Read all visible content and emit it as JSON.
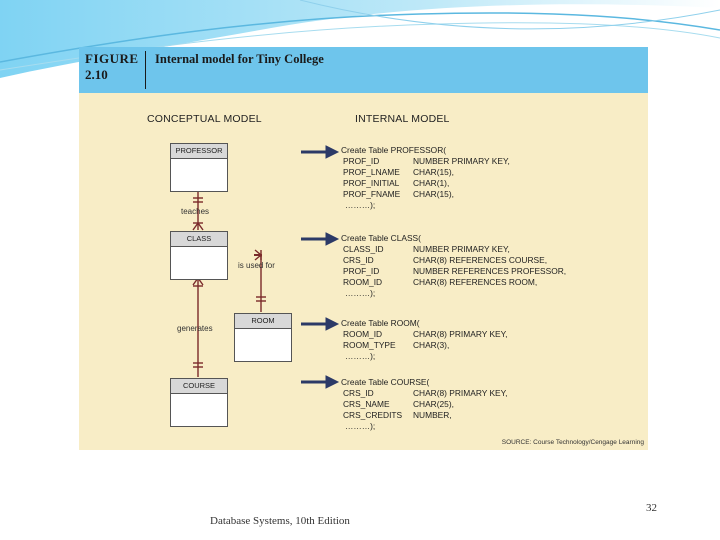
{
  "figure": {
    "label_line1": "FIGURE",
    "label_line2": "2.10",
    "title": "Internal model for Tiny College"
  },
  "headings": {
    "conceptual": "CONCEPTUAL MODEL",
    "internal": "INTERNAL MODEL"
  },
  "entities": {
    "professor": "PROFESSOR",
    "class": "CLASS",
    "room": "ROOM",
    "course": "COURSE"
  },
  "relationships": {
    "teaches": "teaches",
    "is_used_for": "is used for",
    "generates": "generates"
  },
  "tables": [
    {
      "create": "Create Table PROFESSOR(",
      "rows": [
        [
          "PROF_ID",
          "NUMBER PRIMARY KEY,"
        ],
        [
          "PROF_LNAME",
          "CHAR(15),"
        ],
        [
          "PROF_INITIAL",
          "CHAR(1),"
        ],
        [
          "PROF_FNAME",
          "CHAR(15),"
        ]
      ],
      "end": "………);"
    },
    {
      "create": "Create Table CLASS(",
      "rows": [
        [
          "CLASS_ID",
          "NUMBER PRIMARY KEY,"
        ],
        [
          "CRS_ID",
          "CHAR(8) REFERENCES COURSE,"
        ],
        [
          "PROF_ID",
          "NUMBER REFERENCES PROFESSOR,"
        ],
        [
          "ROOM_ID",
          "CHAR(8) REFERENCES ROOM,"
        ]
      ],
      "end": "………);"
    },
    {
      "create": "Create Table ROOM(",
      "rows": [
        [
          "ROOM_ID",
          "CHAR(8) PRIMARY KEY,"
        ],
        [
          "ROOM_TYPE",
          "CHAR(3),"
        ]
      ],
      "end": "………);"
    },
    {
      "create": "Create Table COURSE(",
      "rows": [
        [
          "CRS_ID",
          "CHAR(8) PRIMARY KEY,"
        ],
        [
          "CRS_NAME",
          "CHAR(25),"
        ],
        [
          "CRS_CREDITS",
          "NUMBER,"
        ]
      ],
      "end": "………);"
    }
  ],
  "source": "SOURCE: Course Technology/Cengage Learning",
  "footer": {
    "text": "Database Systems, 10th Edition",
    "page_number": "32"
  },
  "colors": {
    "figure_bg": "#f8edc6",
    "header_bg": "#6ec5ec",
    "arrow": "#2c3a67",
    "relationship_line": "#7a2a2a"
  }
}
